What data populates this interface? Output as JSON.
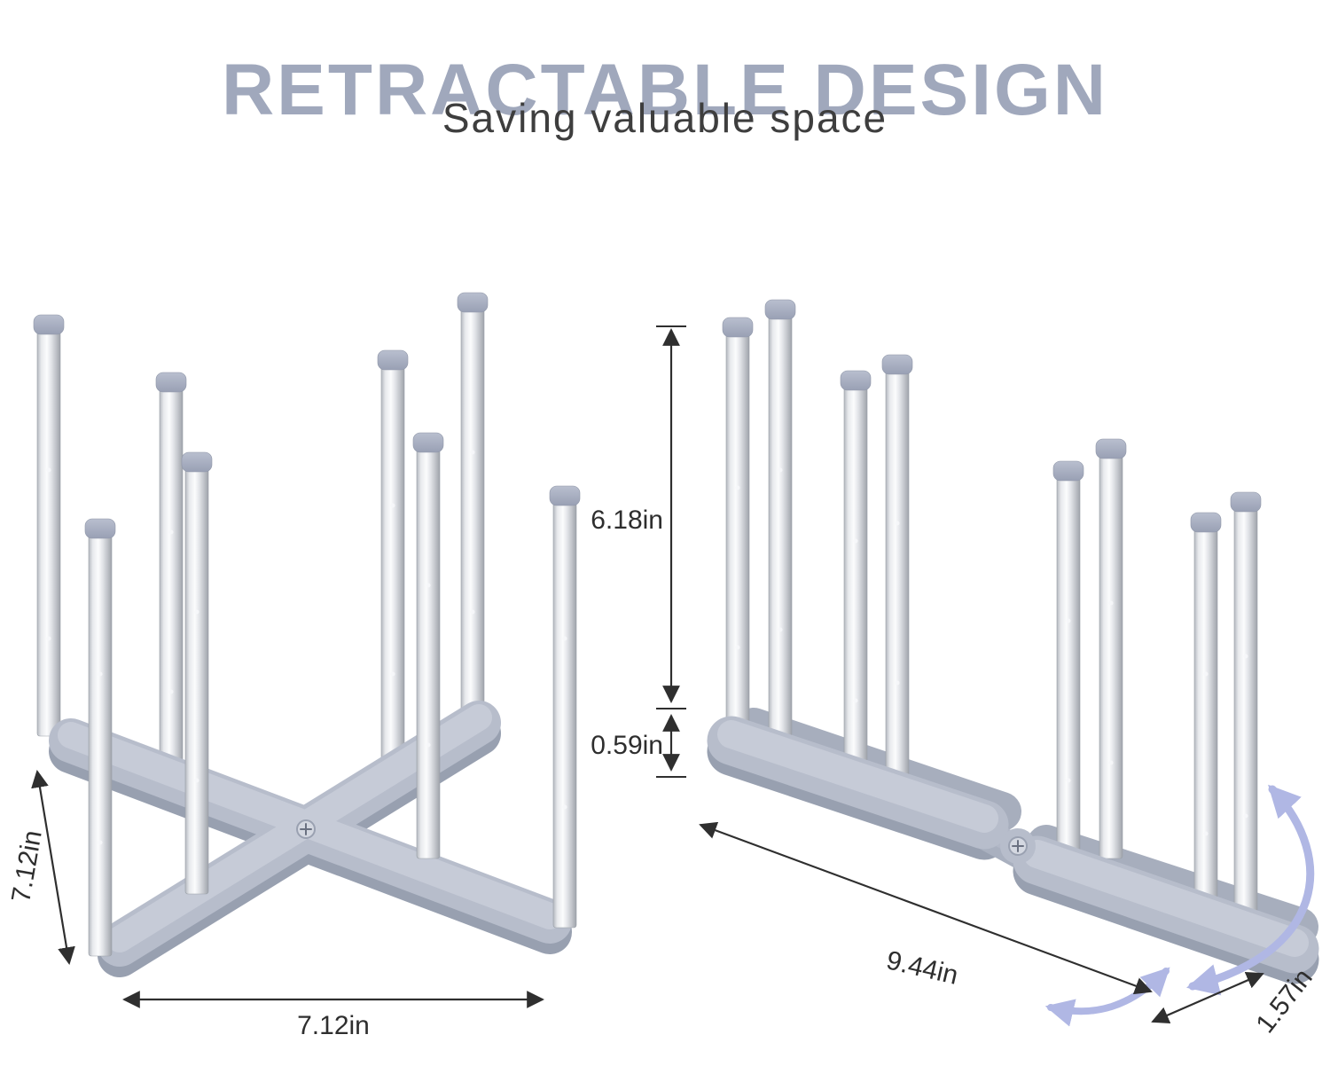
{
  "header": {
    "title": "RETRACTABLE DESIGN",
    "subtitle": "Saving valuable space"
  },
  "dimensions": {
    "left_rack": {
      "height_label": "7.12in",
      "width_label": "7.12in"
    },
    "right_rack": {
      "rod_height_label": "6.18in",
      "base_height_label": "0.59in",
      "length_label": "9.44in",
      "depth_label": "1.57in"
    }
  },
  "colors": {
    "title": "#a0a8bc",
    "subtitle_text": "#3e3e3e",
    "rack_base_gray": "#b7bdcb",
    "steel_rod": "#e8eaed",
    "rod_cap_gray": "#a8aec0",
    "dimension_line": "#2f2f2f",
    "rotation_arrow": "#b0b7e4",
    "background": "#ffffff"
  }
}
